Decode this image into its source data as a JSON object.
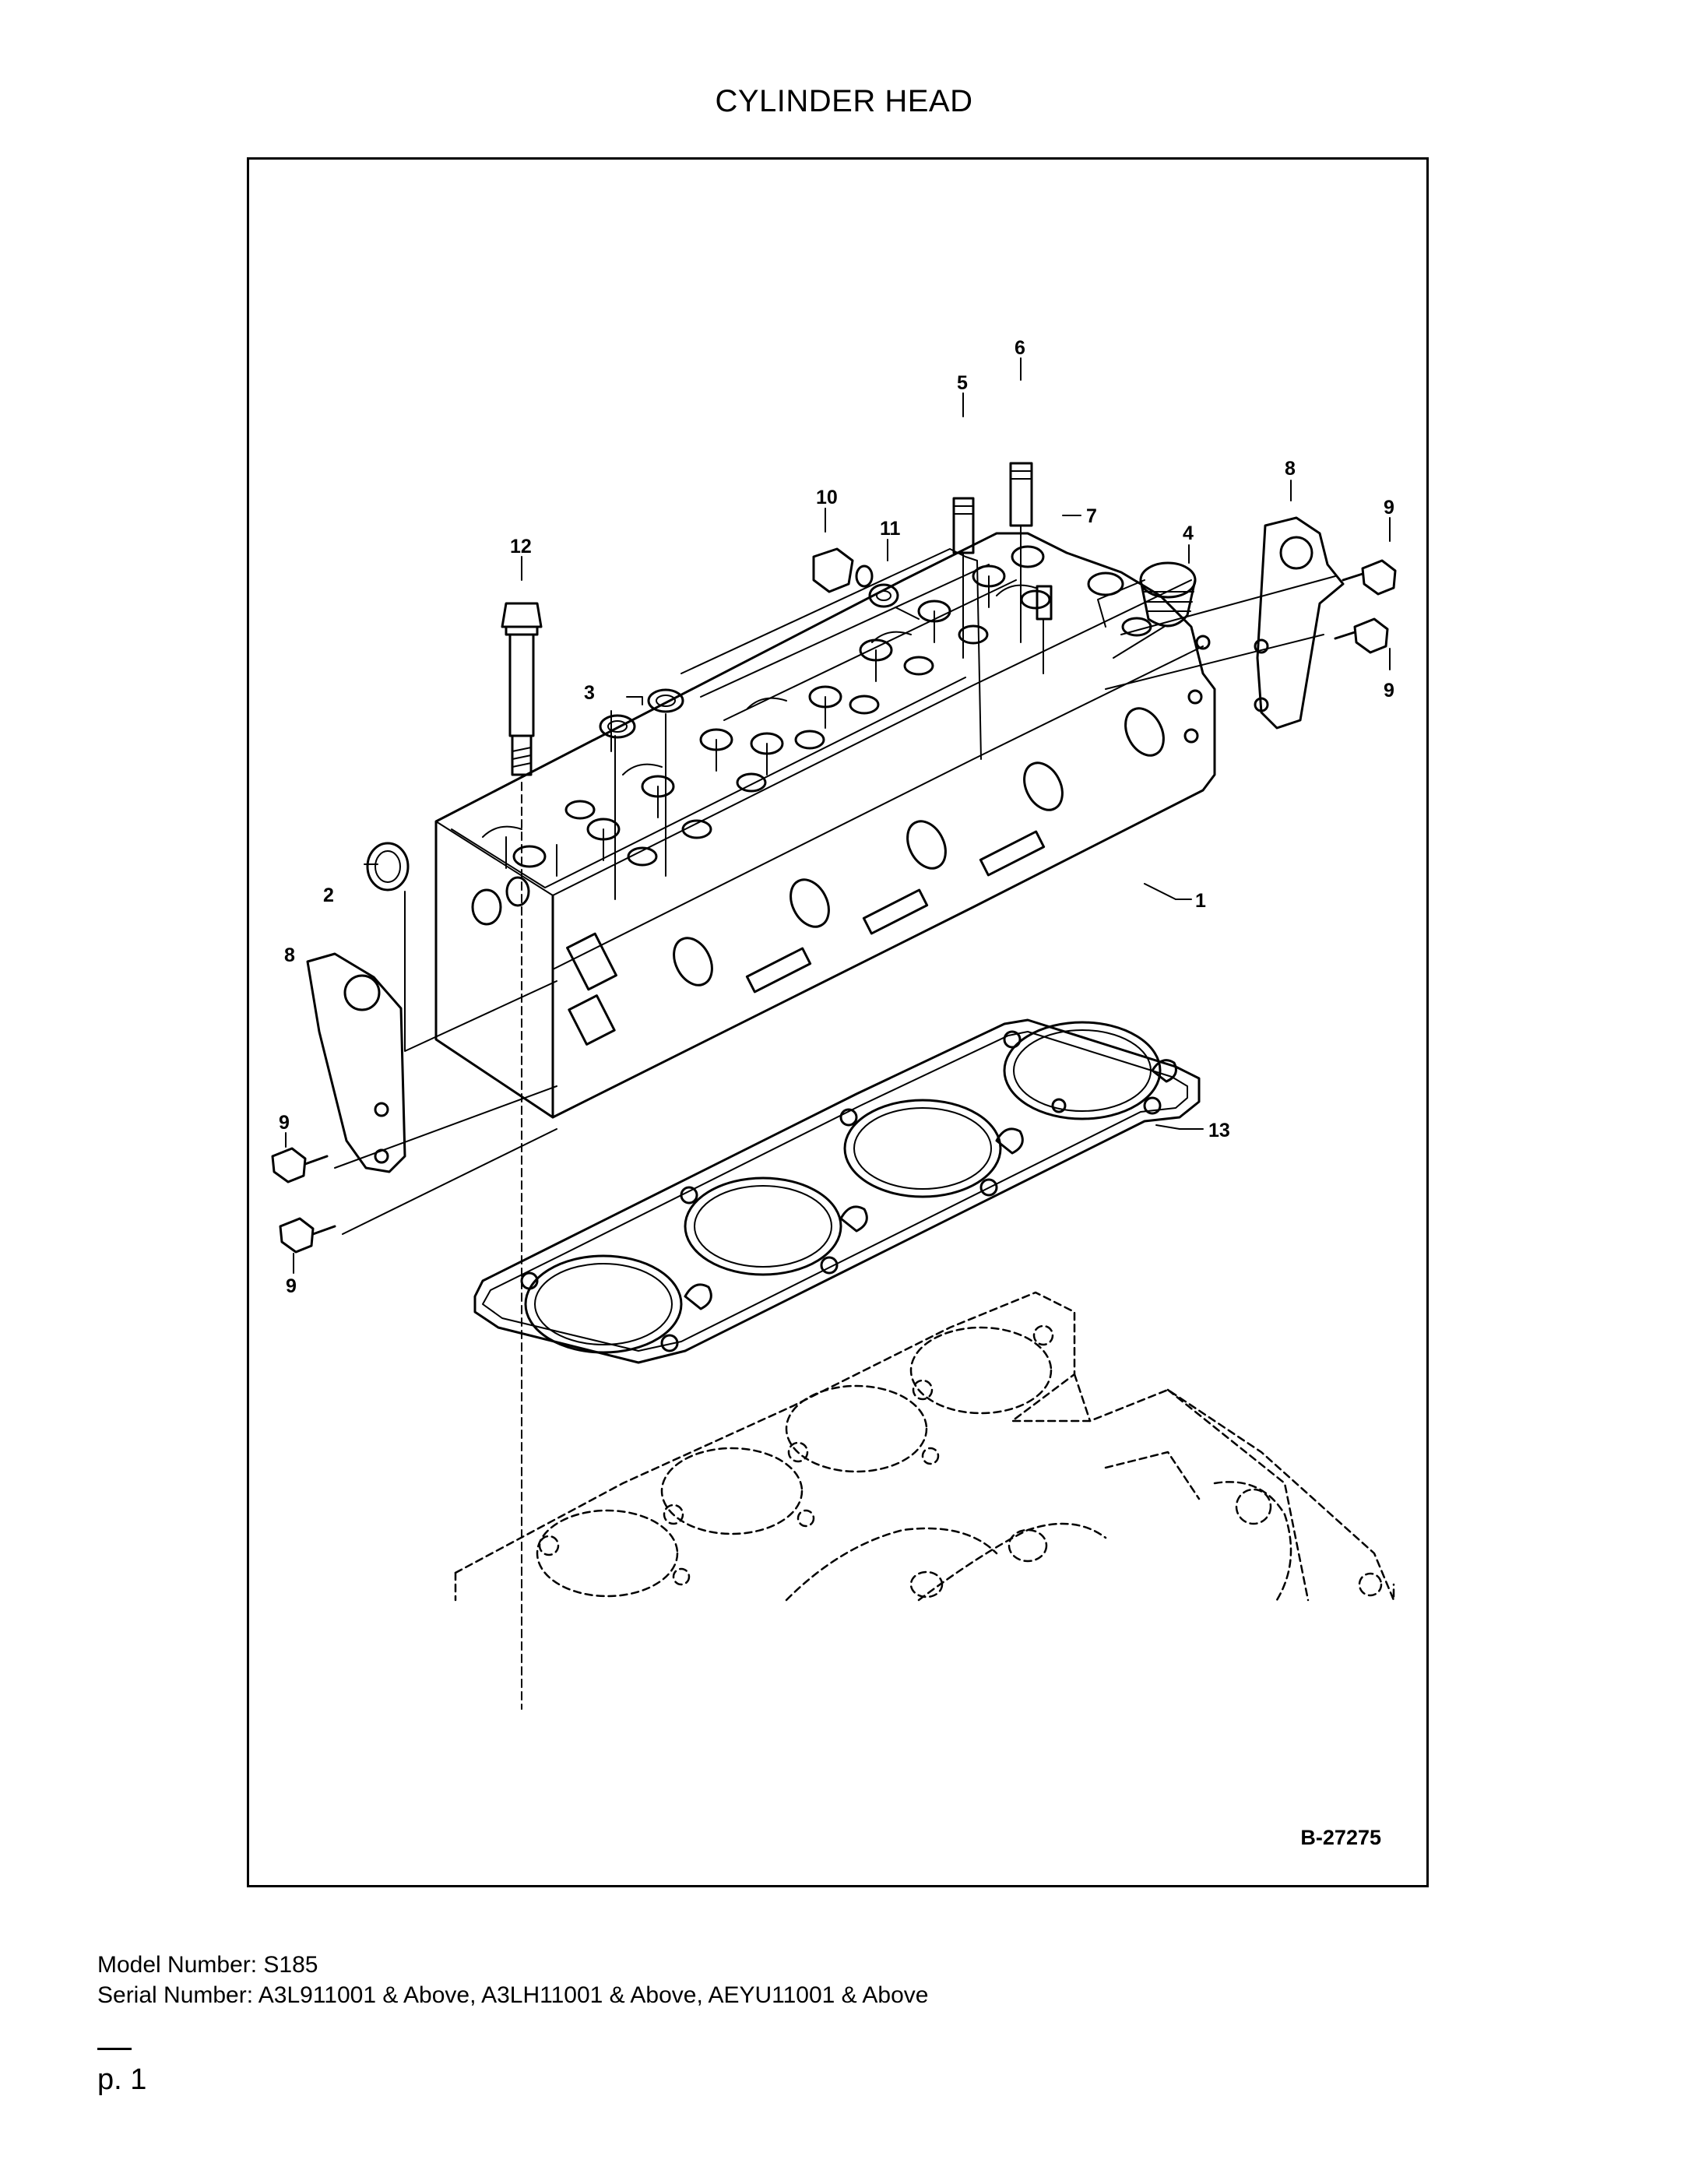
{
  "page": {
    "title": "CYLINDER HEAD",
    "figure_id": "B-27275",
    "model_line": "Model Number: S185",
    "serial_line": "Serial Number: A3L911001 & Above, A3LH11001 & Above, AEYU11001 & Above",
    "page_label": "p. 1"
  },
  "callouts": {
    "c1": "1",
    "c2": "2",
    "c3": "3",
    "c4": "4",
    "c5": "5",
    "c6": "6",
    "c7": "7",
    "c8a": "8",
    "c8b": "8",
    "c9a": "9",
    "c9b": "9",
    "c9c": "9",
    "c9d": "9",
    "c10": "10",
    "c11": "11",
    "c12": "12",
    "c13": "13"
  }
}
